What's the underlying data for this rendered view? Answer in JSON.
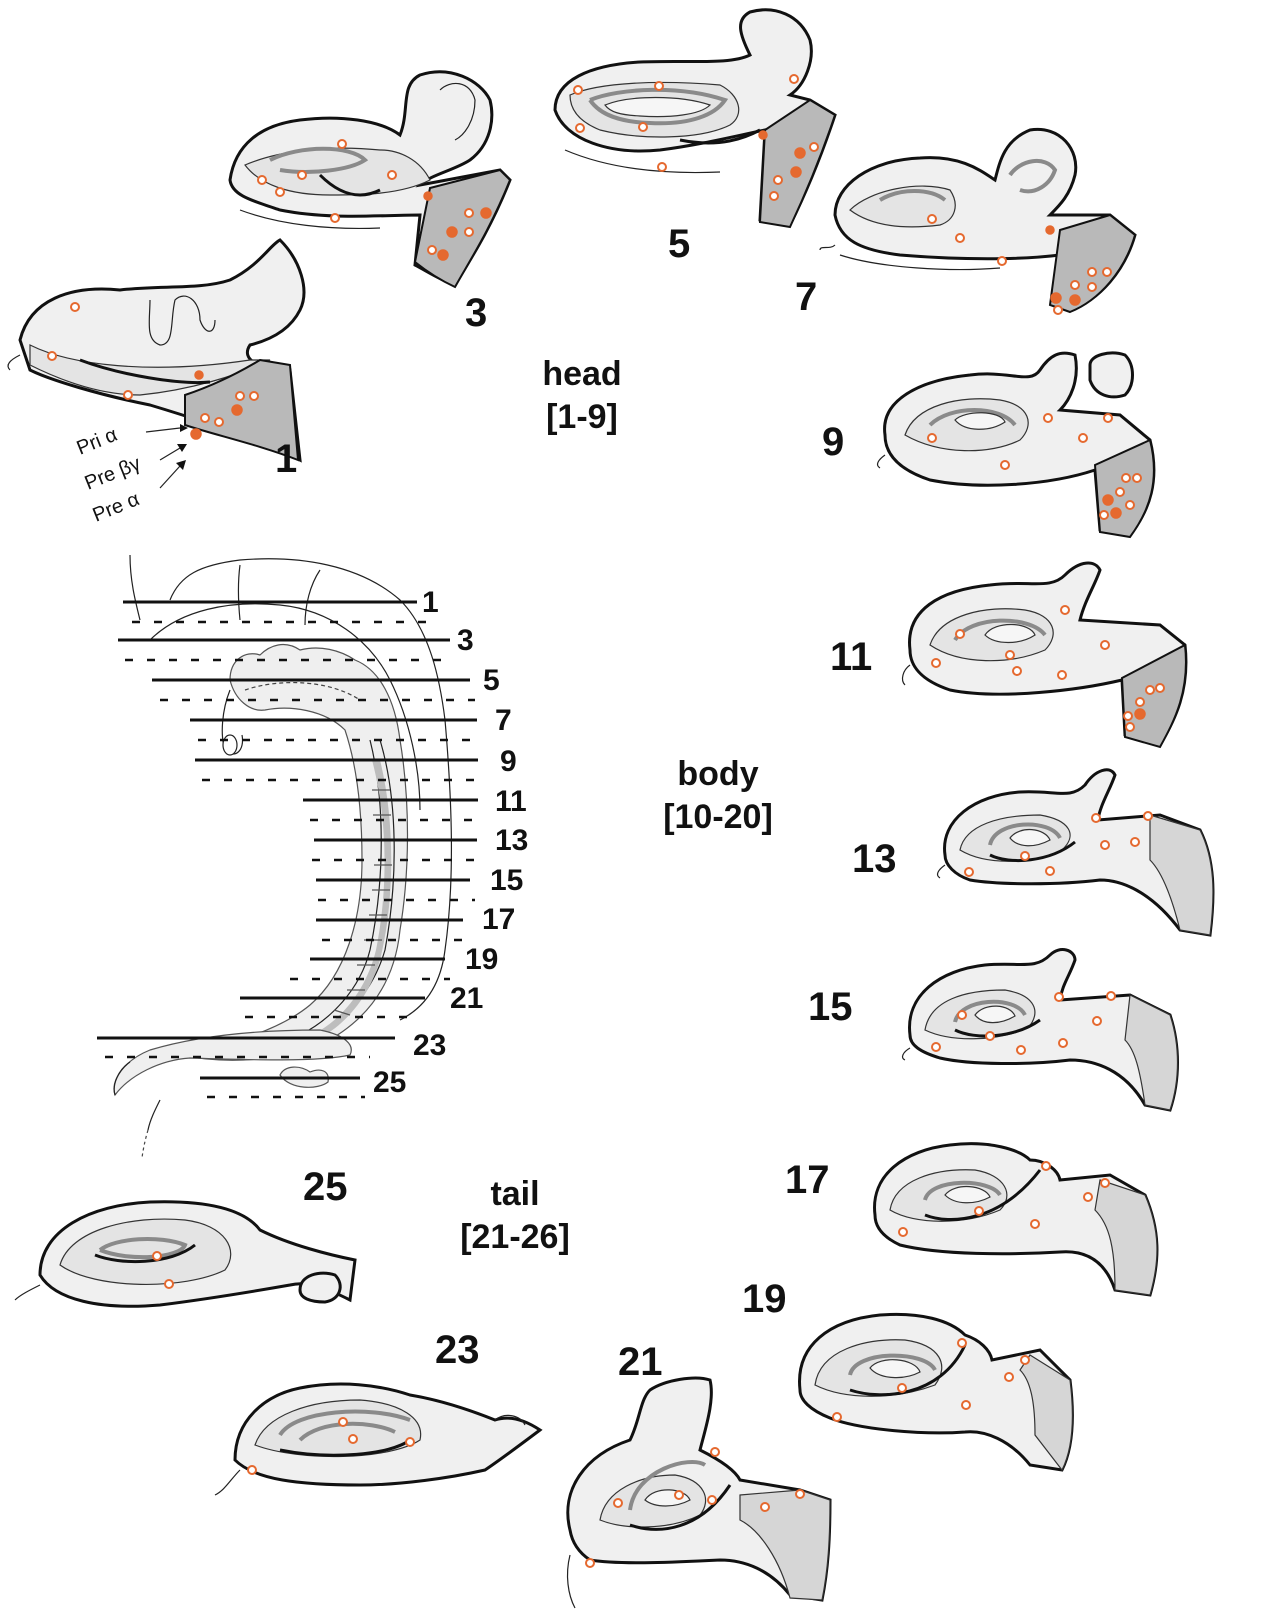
{
  "colors": {
    "marker": "#e5692f",
    "outline": "#111111",
    "fill_light": "#f0f0f0",
    "fill_dark": "#b9b9b9"
  },
  "regions": {
    "head": {
      "name": "head",
      "range": "[1-9]"
    },
    "body": {
      "name": "body",
      "range": "[10-20]"
    },
    "tail": {
      "name": "tail",
      "range": "[21-26]"
    }
  },
  "section_labels": {
    "s1": "1",
    "s3": "3",
    "s5": "5",
    "s7": "7",
    "s9": "9",
    "s11": "11",
    "s13": "13",
    "s15": "15",
    "s17": "17",
    "s19": "19",
    "s21": "21",
    "s23": "23",
    "s25": "25"
  },
  "layer_labels": {
    "pri_alpha": "Pri α",
    "pre_beta_gamma": "Pre βγ",
    "pre_alpha": "Pre α"
  },
  "embryo_levels": [
    "1",
    "3",
    "5",
    "7",
    "9",
    "11",
    "13",
    "15",
    "17",
    "19",
    "21",
    "23",
    "25"
  ]
}
